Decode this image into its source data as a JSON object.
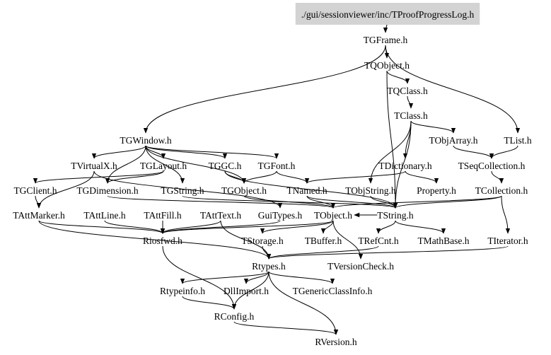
{
  "diagram": {
    "type": "include-dependency-graph",
    "root": "./gui/sessionviewer/inc/TProofProgressLog.h",
    "colors": {
      "root_fill": "#d3d3d3",
      "edge": "#000000",
      "text": "#000000",
      "background": "#ffffff"
    },
    "nodes": [
      {
        "id": "root",
        "label": "./gui/sessionviewer/inc/TProofProgressLog.h",
        "root": true
      },
      {
        "id": "TGFrame",
        "label": "TGFrame.h"
      },
      {
        "id": "TQObject",
        "label": "TQObject.h"
      },
      {
        "id": "TQClass",
        "label": "TQClass.h"
      },
      {
        "id": "TClass",
        "label": "TClass.h"
      },
      {
        "id": "TGWindow",
        "label": "TGWindow.h"
      },
      {
        "id": "TObjArray",
        "label": "TObjArray.h"
      },
      {
        "id": "TList",
        "label": "TList.h"
      },
      {
        "id": "TVirtualX",
        "label": "TVirtualX.h"
      },
      {
        "id": "TGLayout",
        "label": "TGLayout.h"
      },
      {
        "id": "TGGC",
        "label": "TGGC.h"
      },
      {
        "id": "TGFont",
        "label": "TGFont.h"
      },
      {
        "id": "TDictionary",
        "label": "TDictionary.h"
      },
      {
        "id": "TSeqCollection",
        "label": "TSeqCollection.h"
      },
      {
        "id": "TGClient",
        "label": "TGClient.h"
      },
      {
        "id": "TGDimension",
        "label": "TGDimension.h"
      },
      {
        "id": "TGString",
        "label": "TGString.h"
      },
      {
        "id": "TGObject",
        "label": "TGObject.h"
      },
      {
        "id": "TNamed",
        "label": "TNamed.h"
      },
      {
        "id": "TObjString",
        "label": "TObjString.h"
      },
      {
        "id": "Property",
        "label": "Property.h"
      },
      {
        "id": "TCollection",
        "label": "TCollection.h"
      },
      {
        "id": "TAttMarker",
        "label": "TAttMarker.h"
      },
      {
        "id": "TAttLine",
        "label": "TAttLine.h"
      },
      {
        "id": "TAttFill",
        "label": "TAttFill.h"
      },
      {
        "id": "TAttText",
        "label": "TAttText.h"
      },
      {
        "id": "GuiTypes",
        "label": "GuiTypes.h"
      },
      {
        "id": "TObject",
        "label": "TObject.h"
      },
      {
        "id": "TString",
        "label": "TString.h"
      },
      {
        "id": "Riosfwd",
        "label": "Riosfwd.h"
      },
      {
        "id": "TStorage",
        "label": "TStorage.h"
      },
      {
        "id": "TBuffer",
        "label": "TBuffer.h"
      },
      {
        "id": "TRefCnt",
        "label": "TRefCnt.h"
      },
      {
        "id": "TMathBase",
        "label": "TMathBase.h"
      },
      {
        "id": "TIterator",
        "label": "TIterator.h"
      },
      {
        "id": "Rtypes",
        "label": "Rtypes.h"
      },
      {
        "id": "TVersionCheck",
        "label": "TVersionCheck.h"
      },
      {
        "id": "Rtypeinfo",
        "label": "Rtypeinfo.h"
      },
      {
        "id": "DllImport",
        "label": "DllImport.h"
      },
      {
        "id": "TGenericClassInfo",
        "label": "TGenericClassInfo.h"
      },
      {
        "id": "RConfig",
        "label": "RConfig.h"
      },
      {
        "id": "RVersion",
        "label": "RVersion.h"
      }
    ],
    "edges": [
      [
        "root",
        "TGFrame"
      ],
      [
        "TGFrame",
        "TQObject"
      ],
      [
        "TGFrame",
        "TGWindow"
      ],
      [
        "TGFrame",
        "TList"
      ],
      [
        "TQObject",
        "TQClass"
      ],
      [
        "TQObject",
        "TString"
      ],
      [
        "TQClass",
        "TClass"
      ],
      [
        "TClass",
        "TDictionary"
      ],
      [
        "TClass",
        "TObjArray"
      ],
      [
        "TClass",
        "TObjString"
      ],
      [
        "TClass",
        "TString"
      ],
      [
        "TGWindow",
        "TVirtualX"
      ],
      [
        "TGWindow",
        "TGLayout"
      ],
      [
        "TGWindow",
        "TGGC"
      ],
      [
        "TGWindow",
        "TGFont"
      ],
      [
        "TGWindow",
        "TGDimension"
      ],
      [
        "TGWindow",
        "TGString"
      ],
      [
        "TGWindow",
        "TGObject"
      ],
      [
        "TObjArray",
        "TSeqCollection"
      ],
      [
        "TList",
        "TSeqCollection"
      ],
      [
        "TVirtualX",
        "TAttMarker"
      ],
      [
        "TVirtualX",
        "GuiTypes"
      ],
      [
        "TGLayout",
        "TGDimension"
      ],
      [
        "TGLayout",
        "TGClient"
      ],
      [
        "TGGC",
        "TGObject"
      ],
      [
        "TGGC",
        "TString"
      ],
      [
        "TGFont",
        "TNamed"
      ],
      [
        "TGFont",
        "TGObject"
      ],
      [
        "TDictionary",
        "TNamed"
      ],
      [
        "TDictionary",
        "Property"
      ],
      [
        "TSeqCollection",
        "TCollection"
      ],
      [
        "TGClient",
        "TAttMarker"
      ],
      [
        "TGDimension",
        "TObject"
      ],
      [
        "TGString",
        "TString"
      ],
      [
        "TGObject",
        "TObject"
      ],
      [
        "TNamed",
        "TObject"
      ],
      [
        "TNamed",
        "TString"
      ],
      [
        "TObjString",
        "TString"
      ],
      [
        "TCollection",
        "TString"
      ],
      [
        "TCollection",
        "TIterator"
      ],
      [
        "TCollection",
        "TObject"
      ],
      [
        "TAttMarker",
        "Riosfwd"
      ],
      [
        "TAttMarker",
        "Rtypes"
      ],
      [
        "TAttLine",
        "Riosfwd"
      ],
      [
        "TAttFill",
        "Riosfwd"
      ],
      [
        "TAttText",
        "Riosfwd"
      ],
      [
        "TAttText",
        "Rtypes"
      ],
      [
        "GuiTypes",
        "Riosfwd"
      ],
      [
        "TObject",
        "Riosfwd"
      ],
      [
        "TObject",
        "TStorage"
      ],
      [
        "TObject",
        "TVersionCheck"
      ],
      [
        "TObject",
        "TBuffer"
      ],
      [
        "TString",
        "TRefCnt"
      ],
      [
        "TString",
        "TMathBase"
      ],
      [
        "TString",
        "TObject"
      ],
      [
        "Riosfwd",
        "RConfig"
      ],
      [
        "TStorage",
        "Rtypes"
      ],
      [
        "TRefCnt",
        "Rtypes"
      ],
      [
        "TIterator",
        "Rtypes"
      ],
      [
        "Rtypes",
        "Rtypeinfo"
      ],
      [
        "Rtypes",
        "DllImport"
      ],
      [
        "Rtypes",
        "TGenericClassInfo"
      ],
      [
        "Rtypes",
        "RConfig"
      ],
      [
        "Rtypes",
        "RVersion"
      ],
      [
        "Rtypeinfo",
        "RConfig"
      ],
      [
        "RConfig",
        "RVersion"
      ]
    ]
  }
}
